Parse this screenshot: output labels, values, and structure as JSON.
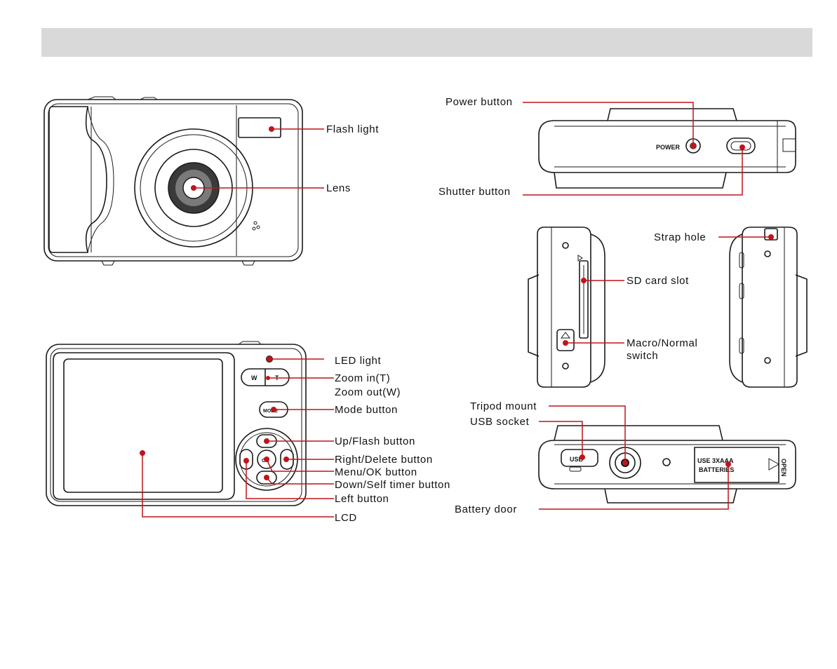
{
  "labels": {
    "flash_light": "Flash light",
    "lens": "Lens",
    "power_button": "Power button",
    "shutter_button": "Shutter button",
    "strap_hole": "Strap hole",
    "sd_card_slot": "SD card slot",
    "macro_normal_1": "Macro/Normal",
    "macro_normal_2": "switch",
    "led_light": "LED light",
    "zoom_in": "Zoom in(T)",
    "zoom_out": "Zoom out(W)",
    "mode_button": "Mode button",
    "up_flash": "Up/Flash button",
    "right_delete": "Right/Delete button",
    "menu_ok": "Menu/OK button",
    "down_self_timer": "Down/Self timer button",
    "left_button": "Left button",
    "lcd": "LCD",
    "tripod_mount": "Tripod mount",
    "usb_socket": "USB socket",
    "battery_door": "Battery door"
  },
  "camera_markings": {
    "power": "POWER",
    "zoom_w": "W",
    "zoom_t": "T",
    "mode": "MODE",
    "ok": "OK",
    "usb": "USB",
    "battery_1": "USE 3XAAA",
    "battery_2": "BATTERIES",
    "open": "OPEN"
  },
  "colors": {
    "leader": "#c0141a",
    "header_bar": "#d9d9d9"
  }
}
